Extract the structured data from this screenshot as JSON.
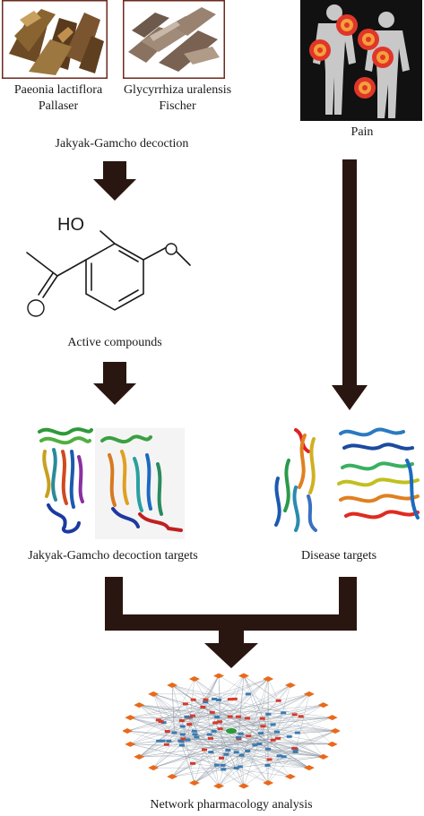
{
  "herbs": {
    "paeonia_line1": "Paeonia lactiflora",
    "paeonia_line2": "Pallaser",
    "glycyrrhiza_line1": "Glycyrrhiza uralensis",
    "glycyrrhiza_line2": "Fischer"
  },
  "labels": {
    "decoction": "Jakyak-Gamcho decoction",
    "pain": "Pain",
    "active_compounds": "Active compounds",
    "decoction_targets": "Jakyak-Gamcho decoction targets",
    "disease_targets": "Disease targets",
    "network": "Network pharmacology analysis"
  },
  "molecule": {
    "hydroxyl": "HO"
  },
  "colors": {
    "arrow": "#2a1610",
    "herb_frame": "#6b2a1f",
    "pain_bg": "#111111",
    "pain_marker": "#e0362a"
  }
}
